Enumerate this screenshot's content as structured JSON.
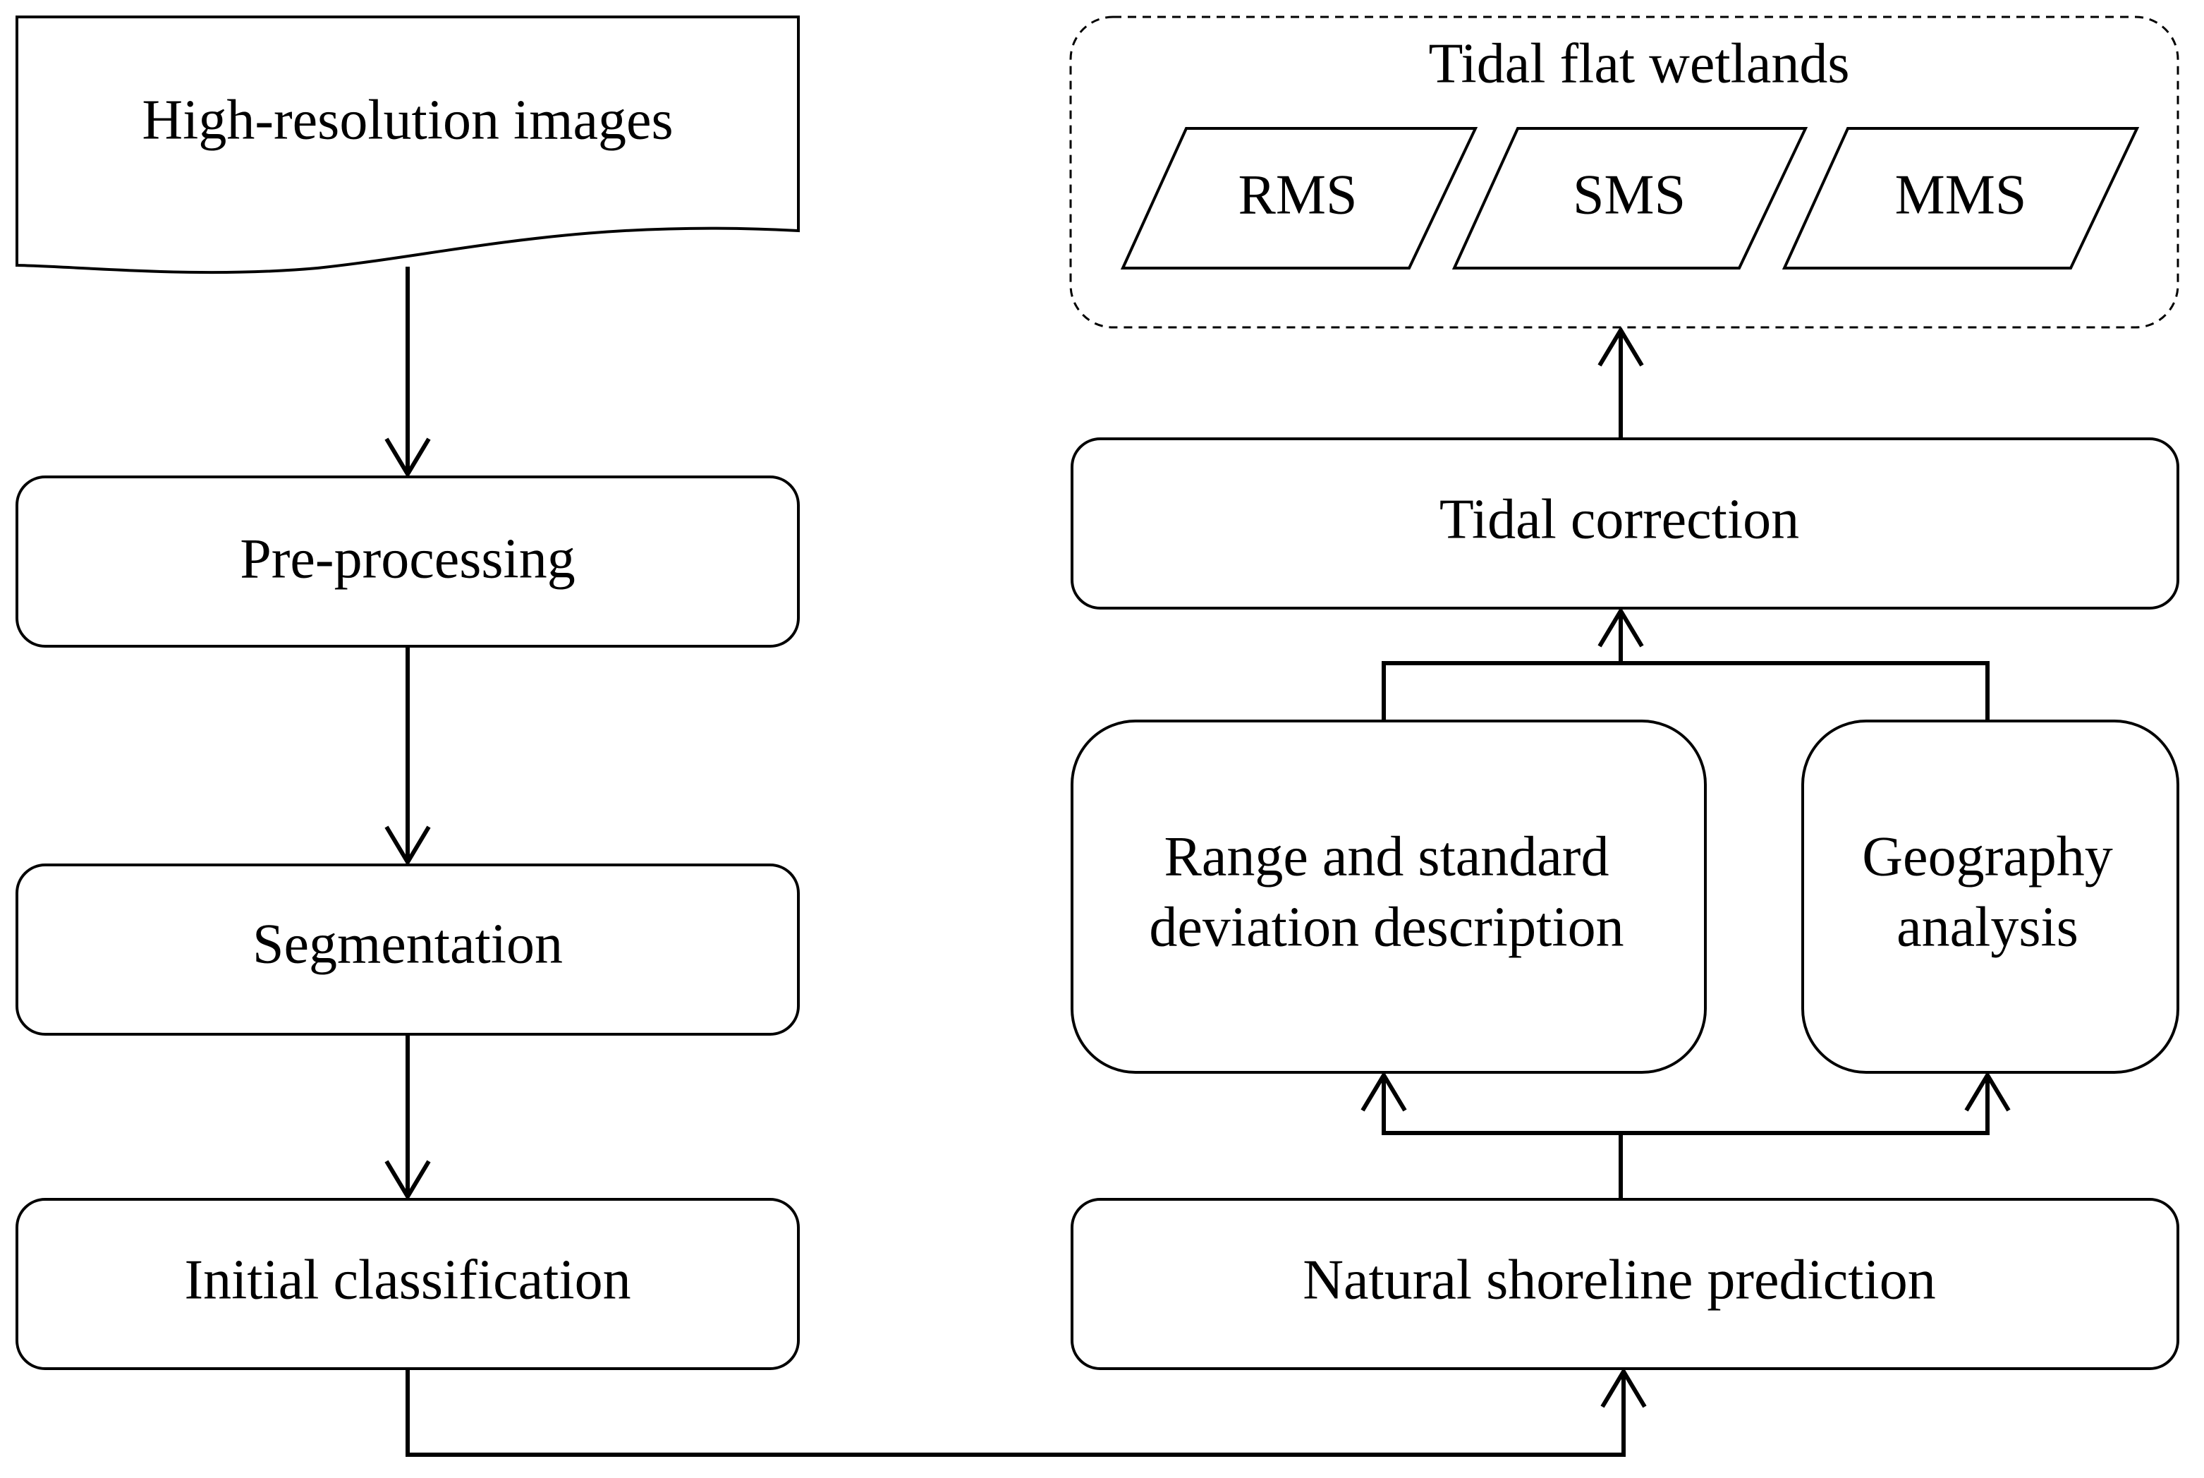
{
  "diagram": {
    "nodes": {
      "high_resolution_images": "High-resolution images",
      "pre_processing": "Pre-processing",
      "segmentation": "Segmentation",
      "initial_classification": "Initial classification",
      "natural_shoreline_prediction": "Natural shoreline prediction",
      "range_std_line1": "Range and standard",
      "range_std_line2": "deviation description",
      "geography_line1": "Geography",
      "geography_line2": "analysis",
      "tidal_correction": "Tidal correction",
      "tidal_flat_wetlands": "Tidal flat wetlands",
      "rms": "RMS",
      "sms": "SMS",
      "mms": "MMS"
    },
    "edges": [
      {
        "from": "High-resolution images",
        "to": "Pre-processing"
      },
      {
        "from": "Pre-processing",
        "to": "Segmentation"
      },
      {
        "from": "Segmentation",
        "to": "Initial classification"
      },
      {
        "from": "Initial classification",
        "to": "Natural shoreline prediction"
      },
      {
        "from": "Natural shoreline prediction",
        "to": "Range and standard deviation description"
      },
      {
        "from": "Natural shoreline prediction",
        "to": "Geography analysis"
      },
      {
        "from": "Range and standard deviation description",
        "to": "Tidal correction"
      },
      {
        "from": "Geography analysis",
        "to": "Tidal correction"
      },
      {
        "from": "Tidal correction",
        "to": "Tidal flat wetlands"
      }
    ]
  }
}
